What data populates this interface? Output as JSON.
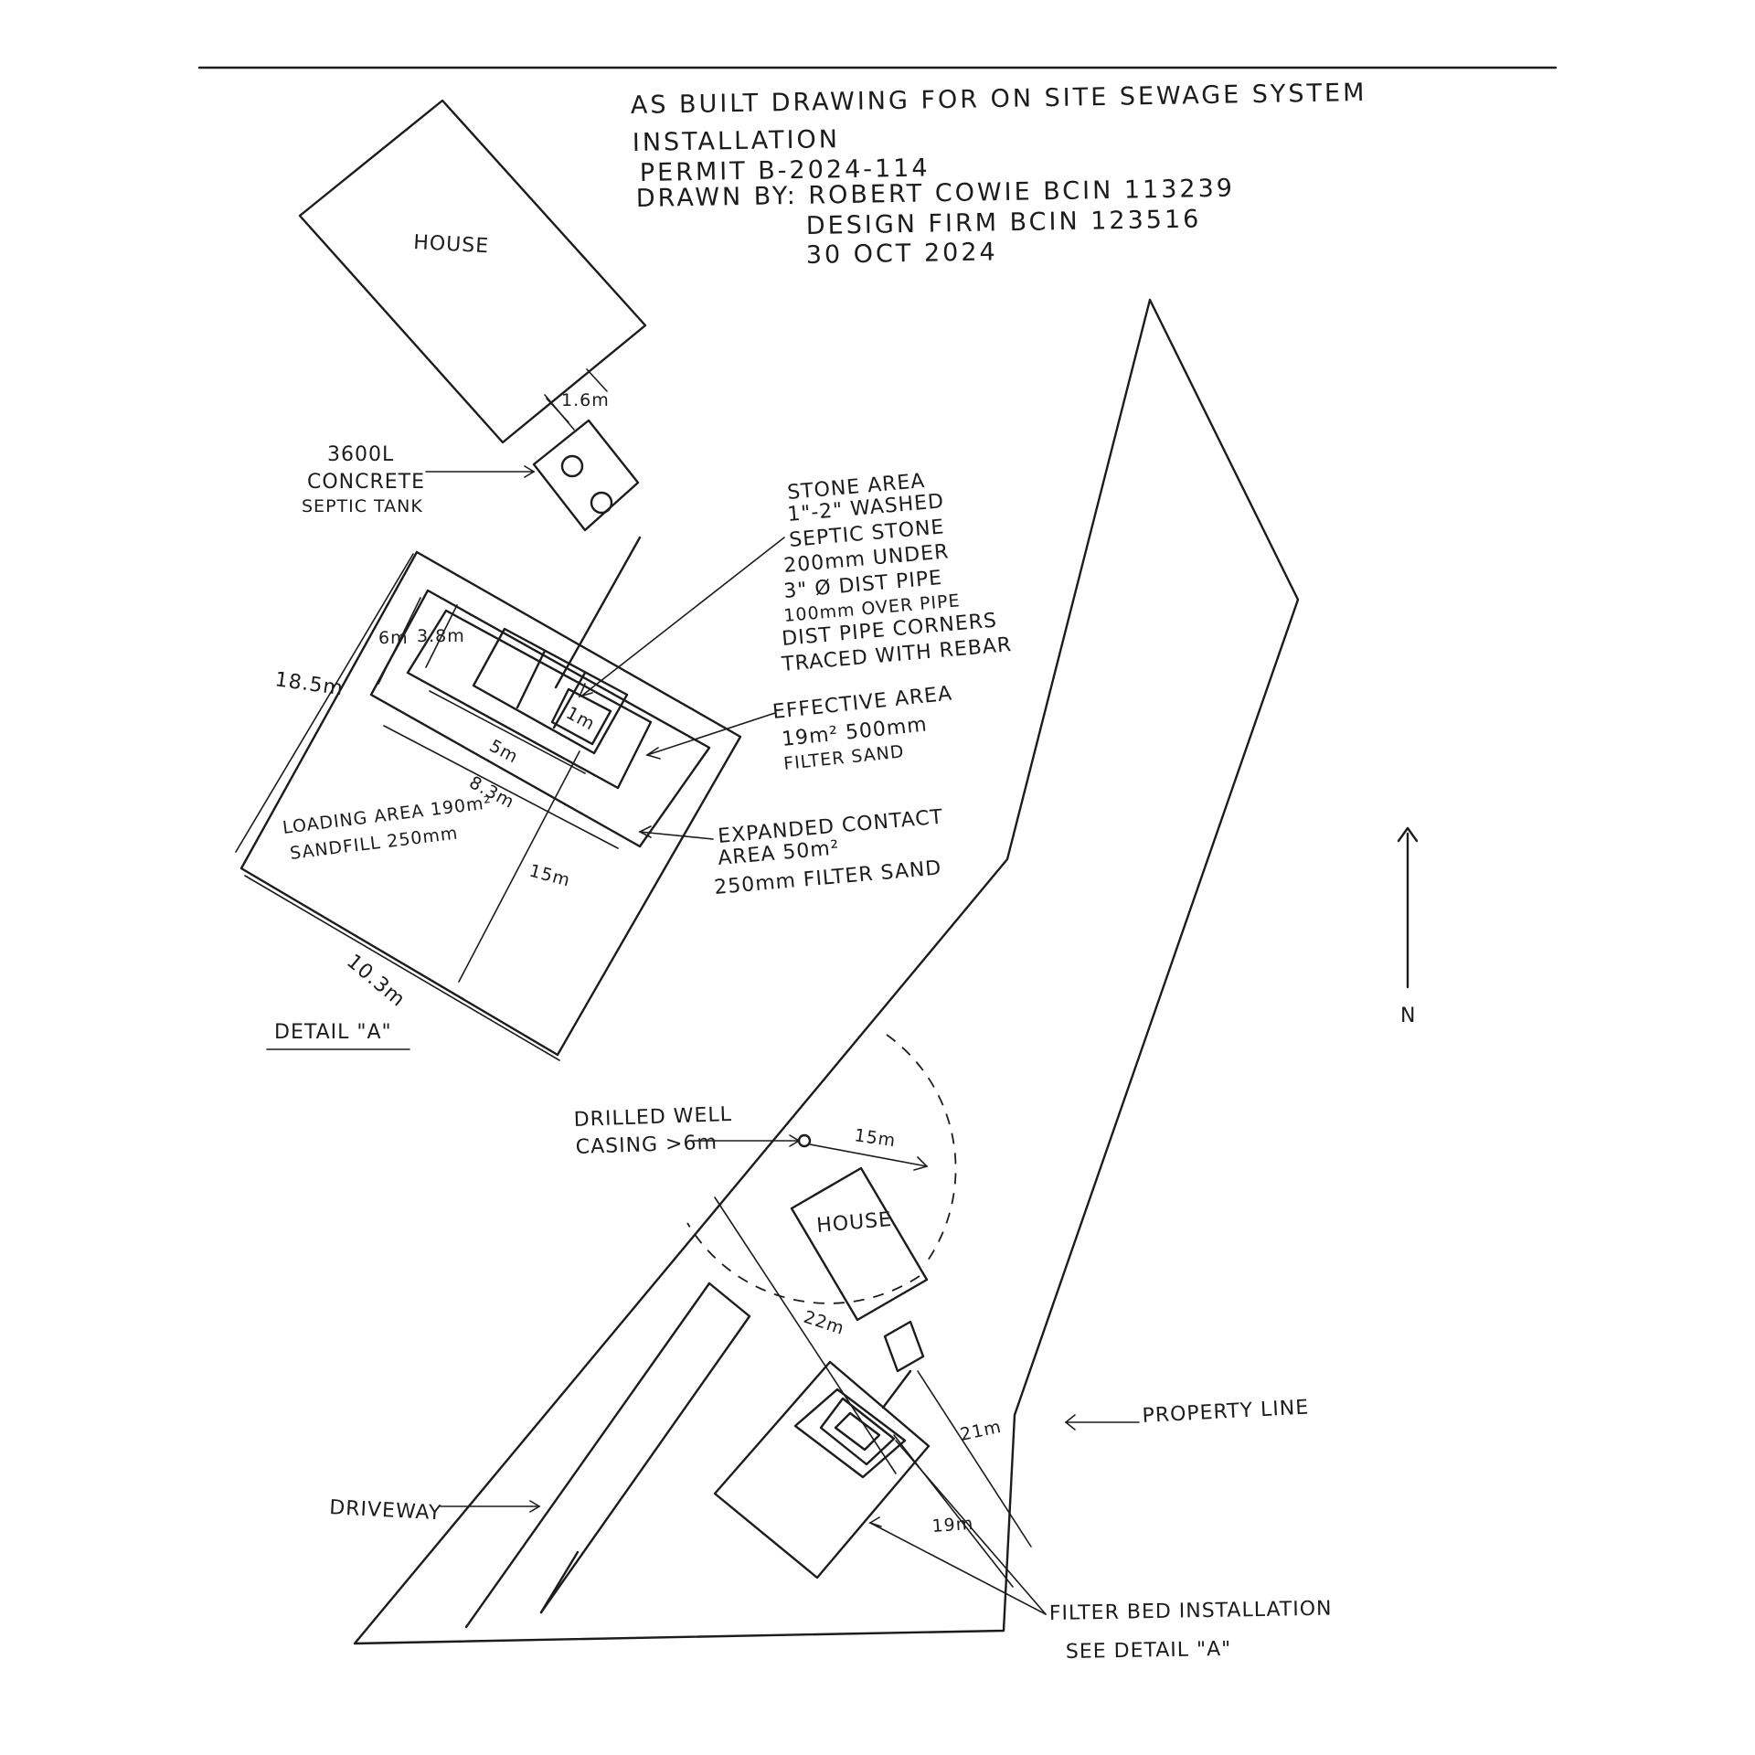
{
  "title_block": {
    "line1": "AS BUILT DRAWING FOR ON SITE SEWAGE SYSTEM",
    "line2": "INSTALLATION",
    "permit": "PERMIT B-2024-114",
    "drawn_by": "DRAWN BY: ROBERT COWIE BCIN 113239",
    "firm": "DESIGN FIRM BCIN 123516",
    "date": "30 OCT 2024"
  },
  "detail_a": {
    "house_label": "HOUSE",
    "dim_house_tank": "1.6m",
    "tank_label": [
      "3600L",
      "CONCRETE",
      "SEPTIC TANK"
    ],
    "stone_area_notes": [
      "STONE AREA",
      "1\"-2\" WASHED",
      "SEPTIC STONE",
      "200mm UNDER",
      "3\" Ø DIST PIPE",
      "100mm OVER PIPE",
      "DIST PIPE CORNERS",
      "TRACED WITH REBAR"
    ],
    "effective_area_notes": [
      "EFFECTIVE AREA",
      "19m² 500mm",
      "FILTER SAND"
    ],
    "expanded_contact_notes": [
      "EXPANDED CONTACT",
      "AREA 50m²",
      "250mm FILTER SAND"
    ],
    "loading_area_notes": [
      "LOADING AREA 190m²",
      "SANDFILL 250mm"
    ],
    "dims": {
      "d_18_5": "18.5m",
      "d_6": "6m",
      "d_3_8": "3.8m",
      "d_1": "1m",
      "d_5": "5m",
      "d_8_3": "8.3m",
      "d_15": "15m",
      "d_10_3": "10.3m"
    },
    "caption": "DETAIL \"A\""
  },
  "north_label": "N",
  "site_plan": {
    "well_label": [
      "DRILLED WELL",
      "CASING >6m"
    ],
    "dim_well": "15m",
    "house_label": "HOUSE",
    "dim_22": "22m",
    "dim_21": "21m",
    "dim_19": "19m",
    "property_line_label": "PROPERTY LINE",
    "driveway_label": "DRIVEWAY",
    "filter_bed_label": [
      "FILTER BED INSTALLATION",
      "SEE DETAIL \"A\""
    ]
  }
}
